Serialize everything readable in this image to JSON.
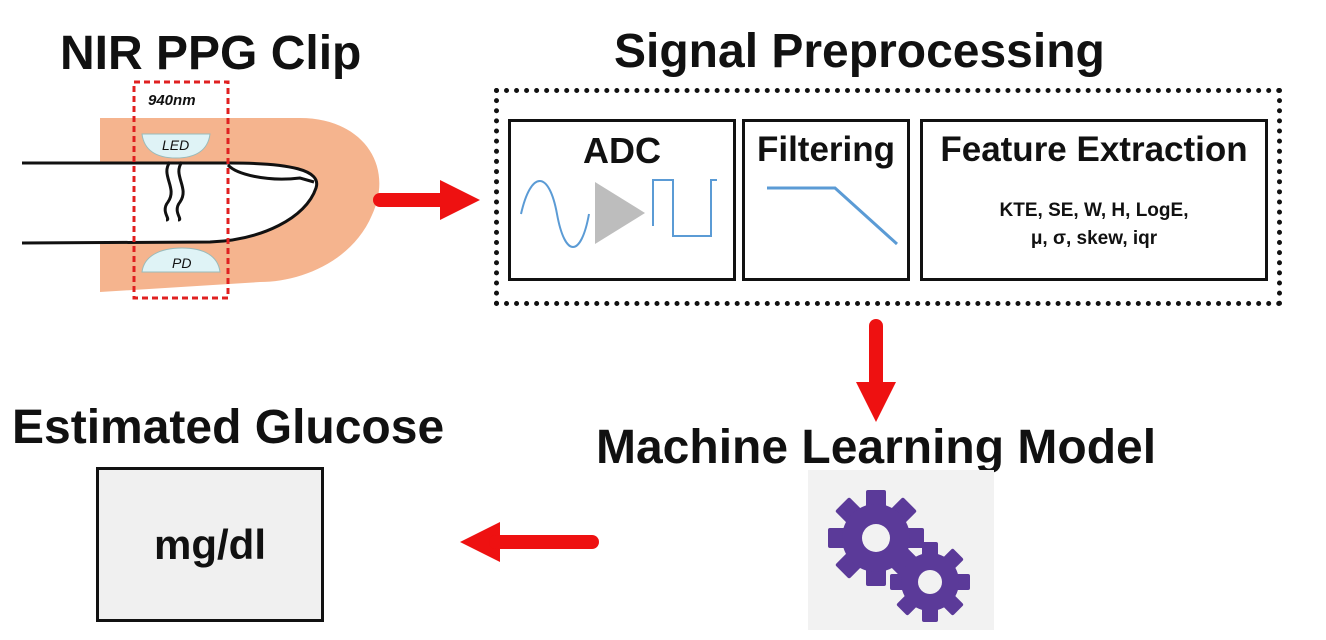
{
  "clip": {
    "title": "NIR PPG Clip",
    "wavelength": "940nm",
    "led_label": "LED",
    "pd_label": "PD"
  },
  "preprocessing": {
    "title": "Signal Preprocessing",
    "adc_label": "ADC",
    "filtering_label": "Filtering",
    "feature_label": "Feature Extraction",
    "features_line1": "KTE,  SE,  W, H, LogE,",
    "features_line2": "μ, σ, skew, iqr"
  },
  "model": {
    "title": "Machine Learning Model",
    "icon": "gears-icon"
  },
  "output": {
    "title": "Estimated Glucose",
    "unit": "mg/dl"
  },
  "colors": {
    "arrow": "#ee1111",
    "skin": "#f5b48e",
    "signal": "#5b9bd5",
    "gear": "#5b3a99",
    "dashed_red": "#e02020",
    "lens": "#dff3f6"
  }
}
